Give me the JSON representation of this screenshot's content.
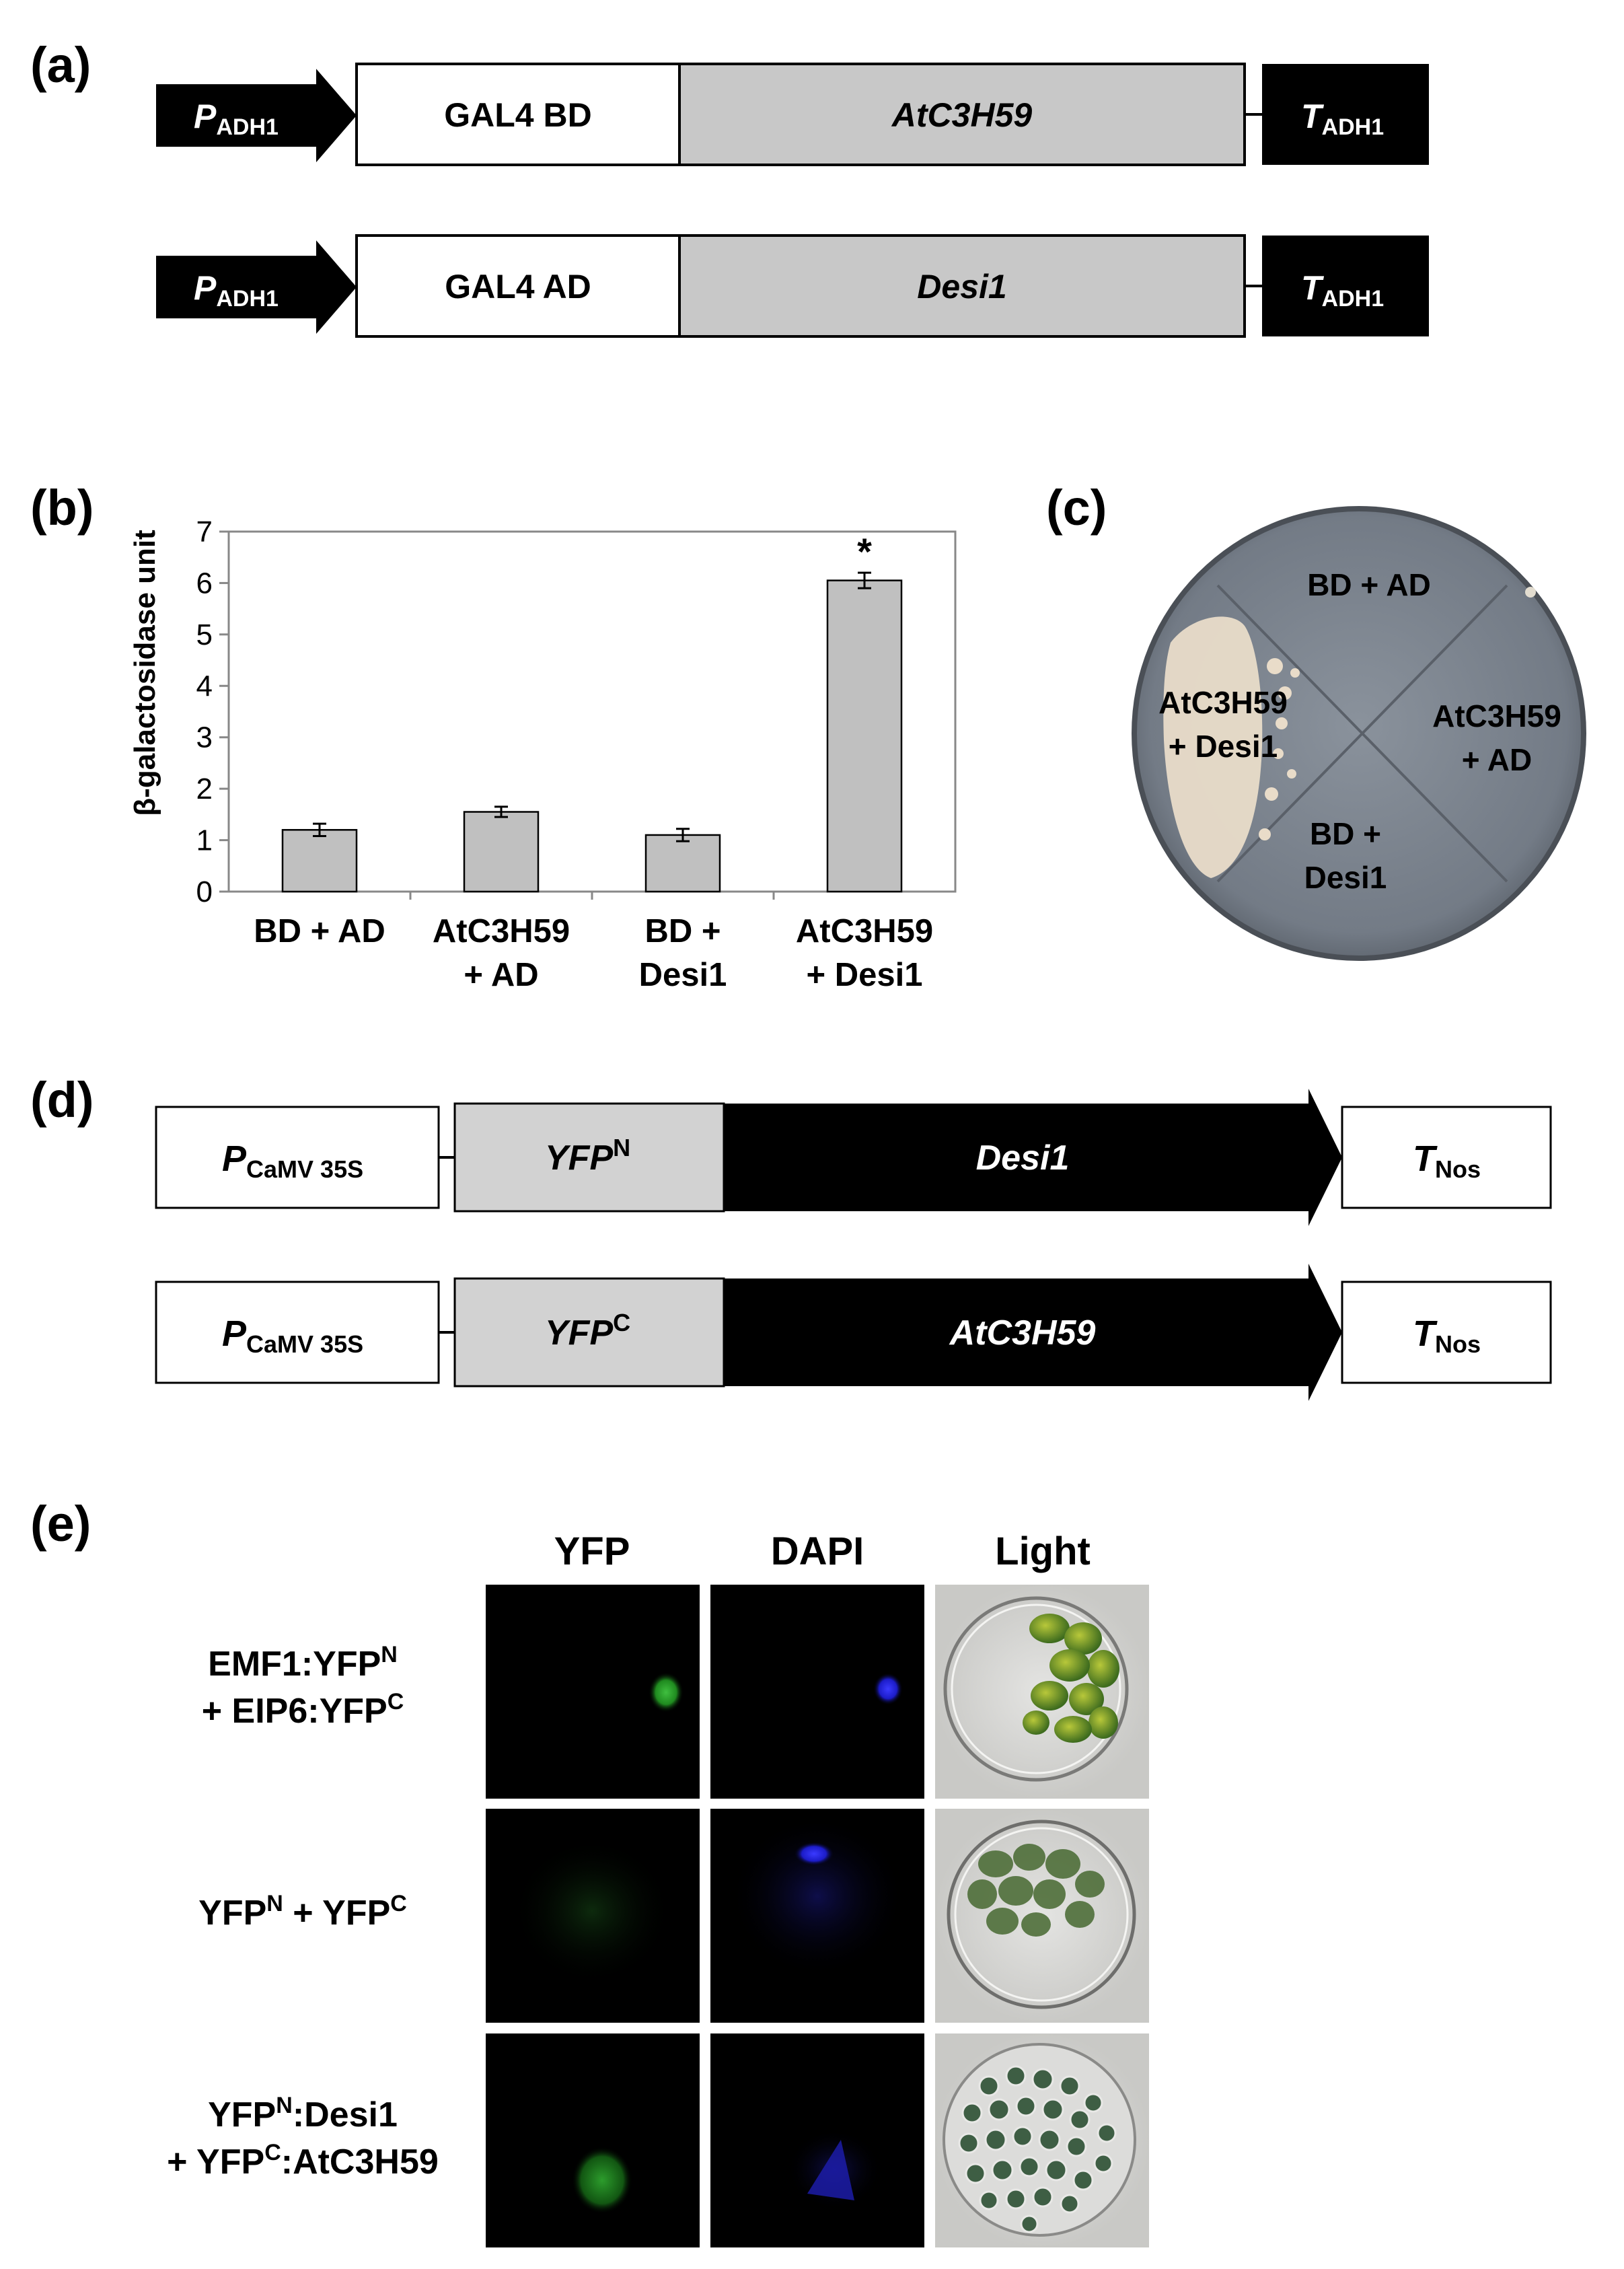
{
  "panel_a": {
    "label": "(a)",
    "constructs": [
      {
        "promoter": "P",
        "promoter_sub": "ADH1",
        "domain": "GAL4 BD",
        "gene": "AtC3H59",
        "terminator": "T",
        "terminator_sub": "ADH1"
      },
      {
        "promoter": "P",
        "promoter_sub": "ADH1",
        "domain": "GAL4 AD",
        "gene": "Desi1",
        "terminator": "T",
        "terminator_sub": "ADH1"
      }
    ]
  },
  "panel_b": {
    "label": "(b)",
    "significance_mark": "*"
  },
  "chart_data": {
    "type": "bar",
    "categories": [
      "BD + AD",
      "AtC3H59 + AD",
      "BD + Desi1",
      "AtC3H59 + Desi1"
    ],
    "category_lines": [
      [
        "BD + AD"
      ],
      [
        "AtC3H59",
        "+ AD"
      ],
      [
        "BD +",
        "Desi1"
      ],
      [
        "AtC3H59",
        "+ Desi1"
      ]
    ],
    "values": [
      1.2,
      1.55,
      1.1,
      6.05
    ],
    "errors": [
      0.12,
      0.1,
      0.12,
      0.15
    ],
    "ylabel": "β-galactosidase unit",
    "ylim": [
      0,
      7
    ],
    "yticks": [
      "0",
      "1",
      "2",
      "3",
      "4",
      "5",
      "6",
      "7"
    ],
    "bar_color": "#c0c0c0",
    "grid": false,
    "legend": "none"
  },
  "panel_c": {
    "label": "(c)",
    "sectors": {
      "top": [
        "BD + AD"
      ],
      "left": [
        "AtC3H59",
        "+ Desi1"
      ],
      "right": [
        "AtC3H59",
        "+ AD"
      ],
      "bottom": [
        "BD +",
        "Desi1"
      ]
    }
  },
  "panel_d": {
    "label": "(d)",
    "constructs": [
      {
        "promoter": "P",
        "promoter_sub": "CaMV 35S",
        "tag": "YFP",
        "tag_sup": "N",
        "gene": "Desi1",
        "terminator": "T",
        "terminator_sub": "Nos"
      },
      {
        "promoter": "P",
        "promoter_sub": "CaMV 35S",
        "tag": "YFP",
        "tag_sup": "C",
        "gene": "AtC3H59",
        "terminator": "T",
        "terminator_sub": "Nos"
      }
    ]
  },
  "panel_e": {
    "label": "(e)",
    "columns": [
      "YFP",
      "DAPI",
      "Light"
    ],
    "rows": [
      {
        "line1": [
          [
            "EMF1:YFP",
            ""
          ],
          [
            "N",
            "sup"
          ]
        ],
        "line2": [
          [
            "+ EIP6:YFP",
            ""
          ],
          [
            "C",
            "sup"
          ]
        ]
      },
      {
        "line1": [
          [
            "YFP",
            ""
          ],
          [
            "N",
            "sup"
          ],
          [
            " + YFP",
            ""
          ],
          [
            "C",
            "sup"
          ]
        ]
      },
      {
        "line1": [
          [
            "YFP",
            ""
          ],
          [
            "N",
            "sup"
          ],
          [
            ":Desi1",
            ""
          ]
        ],
        "line2": [
          [
            "+ YFP",
            ""
          ],
          [
            "C",
            "sup"
          ],
          [
            ":AtC3H59",
            ""
          ]
        ]
      }
    ]
  },
  "colors": {
    "black_box": "#000000",
    "gray_box": "#c8c8c8",
    "plate_agar": "#7d8590",
    "yfp_signal": "#2ea82e",
    "dapi_signal": "#2020e0"
  }
}
